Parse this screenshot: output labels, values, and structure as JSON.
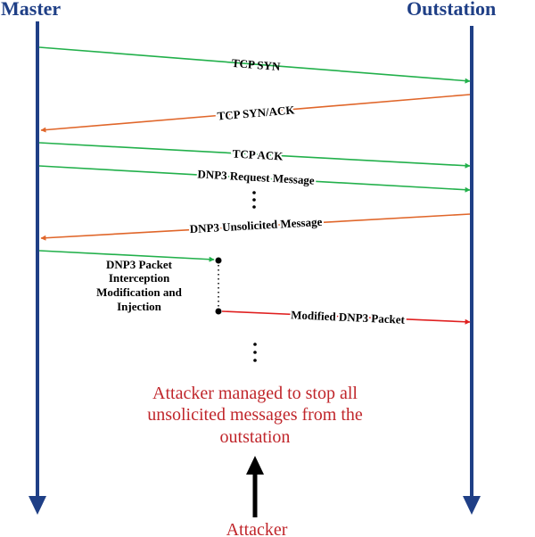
{
  "lifelines": {
    "master_label": "Master",
    "outstation_label": "Outstation"
  },
  "messages": {
    "tcp_syn": "TCP SYN",
    "tcp_syn_ack": "TCP SYN/ACK",
    "tcp_ack": "TCP ACK",
    "dnp3_request": "DNP3 Request Message",
    "dnp3_unsolicited": "DNP3 Unsolicited Message",
    "modified_packet": "Modified DNP3 Packet"
  },
  "interception": {
    "line1": "DNP3 Packet",
    "line2": "Interception",
    "line3": "Modification and",
    "line4": "Injection"
  },
  "result": {
    "line1": "Attacker managed to stop all",
    "line2": "unsolicited messages from the",
    "line3": "outstation"
  },
  "attacker_label": "Attacker",
  "colors": {
    "lifeline": "#1f3f86",
    "master_to_outstation": "#22b04b",
    "outstation_to_master": "#e0662a",
    "injected": "#e02020",
    "result_text": "#c0262b",
    "text": "#000000"
  }
}
